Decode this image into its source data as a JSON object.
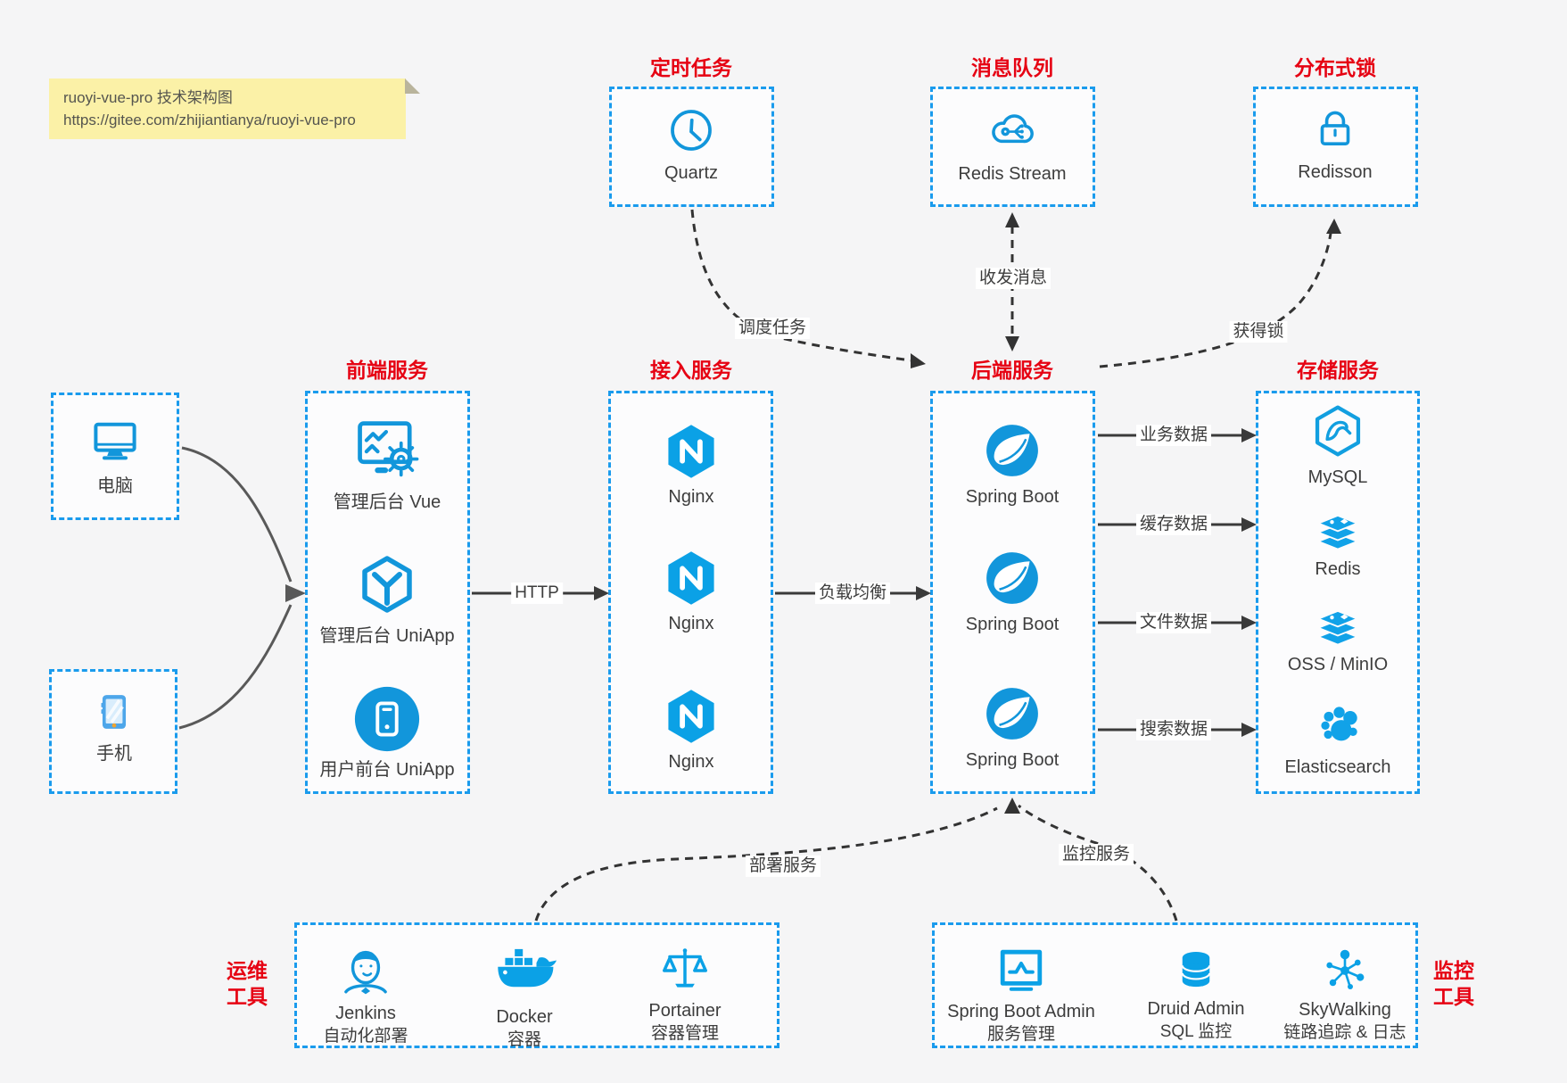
{
  "note": {
    "line1": "ruoyi-vue-pro 技术架构图",
    "line2": "https://gitee.com/zhijiantianya/ruoyi-vue-pro"
  },
  "palette": {
    "icon_blue": "#1296db",
    "border_blue": "#1a9bed",
    "title_red": "#e60213",
    "arrow_dark": "#3a3a3a",
    "client_arrow_gray": "#595959",
    "note_yellow": "#fbf1a7"
  },
  "top_groups": [
    {
      "title": "定时任务",
      "item": {
        "icon": "clock-icon",
        "label": "Quartz"
      }
    },
    {
      "title": "消息队列",
      "item": {
        "icon": "cloud-stream-icon",
        "label": "Redis Stream"
      }
    },
    {
      "title": "分布式锁",
      "item": {
        "icon": "lock-icon",
        "label": "Redisson"
      }
    }
  ],
  "clients": [
    {
      "icon": "computer-icon",
      "label": "电脑"
    },
    {
      "icon": "phone-icon",
      "label": "手机"
    }
  ],
  "columns": [
    {
      "title": "前端服务",
      "items": [
        {
          "icon": "admin-vue-icon",
          "label": "管理后台 Vue"
        },
        {
          "icon": "uniapp-cube-icon",
          "label": "管理后台 UniApp"
        },
        {
          "icon": "user-uniapp-icon",
          "label": "用户前台 UniApp"
        }
      ]
    },
    {
      "title": "接入服务",
      "items": [
        {
          "icon": "nginx-icon",
          "label": "Nginx"
        },
        {
          "icon": "nginx-icon",
          "label": "Nginx"
        },
        {
          "icon": "nginx-icon",
          "label": "Nginx"
        }
      ]
    },
    {
      "title": "后端服务",
      "items": [
        {
          "icon": "spring-boot-icon",
          "label": "Spring Boot"
        },
        {
          "icon": "spring-boot-icon",
          "label": "Spring Boot"
        },
        {
          "icon": "spring-boot-icon",
          "label": "Spring Boot"
        }
      ]
    },
    {
      "title": "存储服务",
      "items": [
        {
          "icon": "mysql-icon",
          "label": "MySQL"
        },
        {
          "icon": "redis-icon",
          "label": "Redis"
        },
        {
          "icon": "oss-icon",
          "label": "OSS / MinIO"
        },
        {
          "icon": "elasticsearch-icon",
          "label": "Elasticsearch"
        }
      ]
    }
  ],
  "bottom_groups": [
    {
      "side_label_line1": "运维",
      "side_label_line2": "工具",
      "items": [
        {
          "icon": "jenkins-icon",
          "label": "Jenkins",
          "sublabel": "自动化部署"
        },
        {
          "icon": "docker-icon",
          "label": "Docker",
          "sublabel": "容器"
        },
        {
          "icon": "portainer-icon",
          "label": "Portainer",
          "sublabel": "容器管理"
        }
      ]
    },
    {
      "side_label_line1": "监控",
      "side_label_line2": "工具",
      "items": [
        {
          "icon": "spring-boot-admin-icon",
          "label": "Spring Boot Admin",
          "sublabel": "服务管理"
        },
        {
          "icon": "druid-icon",
          "label": "Druid Admin",
          "sublabel": "SQL 监控"
        },
        {
          "icon": "skywalking-icon",
          "label": "SkyWalking",
          "sublabel": "链路追踪 & 日志"
        }
      ]
    }
  ],
  "edge_labels": {
    "http": "HTTP",
    "load_balance": "负载均衡",
    "schedule": "调度任务",
    "message": "收发消息",
    "lock": "获得锁",
    "business_data": "业务数据",
    "cache_data": "缓存数据",
    "file_data": "文件数据",
    "search_data": "搜索数据",
    "deploy": "部署服务",
    "monitor": "监控服务"
  }
}
